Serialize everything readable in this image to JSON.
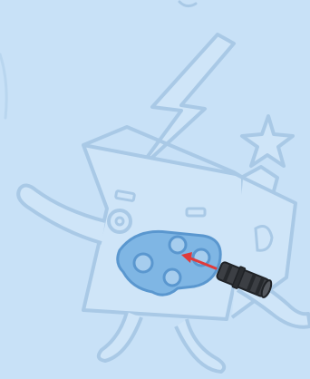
{
  "colors": {
    "background": "#c8e1f7",
    "outline": "#a9c9e6",
    "outline_light": "#b9d6ef",
    "beam_fill": "#7fb6e4",
    "beam_stroke": "#5a97cf",
    "pin_fill": "#3c3f44",
    "pin_stroke": "#1f2226",
    "arrow": "#e03a3a"
  },
  "illustration": {
    "kind": "assembly-instruction",
    "subjects": [
      "cartoon-box-character",
      "lightning-bolt",
      "star",
      "connector-beam",
      "axle-pin",
      "insertion-arrow"
    ]
  }
}
